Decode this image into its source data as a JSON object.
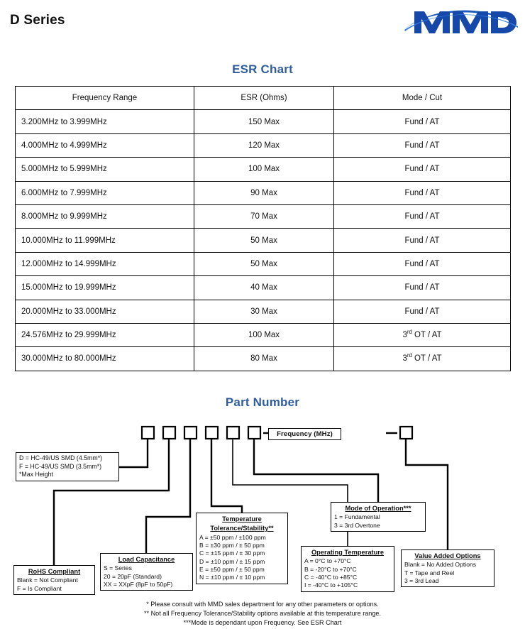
{
  "header": {
    "series_title": "D Series",
    "logo_text": "MMD",
    "logo_name": "mmd-logo",
    "logo_color": "#1d5bbf"
  },
  "theme": {
    "heading_blue": "#2f5d9e",
    "line_black": "#000000",
    "text_black": "#111111"
  },
  "esr_section": {
    "heading": "ESR Chart",
    "columns": [
      "Frequency Range",
      "ESR (Ohms)",
      "Mode / Cut"
    ],
    "rows": [
      {
        "frequency": "3.200MHz to 3.999MHz",
        "esr": "150 Max",
        "mode_prefix": "",
        "mode_sup": "",
        "mode_suffix": "Fund / AT"
      },
      {
        "frequency": "4.000MHz to 4.999MHz",
        "esr": "120 Max",
        "mode_prefix": "",
        "mode_sup": "",
        "mode_suffix": "Fund / AT"
      },
      {
        "frequency": "5.000MHz to 5.999MHz",
        "esr": "100 Max",
        "mode_prefix": "",
        "mode_sup": "",
        "mode_suffix": "Fund / AT"
      },
      {
        "frequency": "6.000MHz to 7.999MHz",
        "esr": "90 Max",
        "mode_prefix": "",
        "mode_sup": "",
        "mode_suffix": "Fund / AT"
      },
      {
        "frequency": "8.000MHz to 9.999MHz",
        "esr": "70 Max",
        "mode_prefix": "",
        "mode_sup": "",
        "mode_suffix": "Fund / AT"
      },
      {
        "frequency": "10.000MHz to 11.999MHz",
        "esr": "50 Max",
        "mode_prefix": "",
        "mode_sup": "",
        "mode_suffix": "Fund / AT"
      },
      {
        "frequency": "12.000MHz to 14.999MHz",
        "esr": "50 Max",
        "mode_prefix": "",
        "mode_sup": "",
        "mode_suffix": "Fund / AT"
      },
      {
        "frequency": "15.000MHz to 19.999MHz",
        "esr": "40 Max",
        "mode_prefix": "",
        "mode_sup": "",
        "mode_suffix": "Fund / AT"
      },
      {
        "frequency": "20.000MHz to 33.000MHz",
        "esr": "30 Max",
        "mode_prefix": "",
        "mode_sup": "",
        "mode_suffix": "Fund / AT"
      },
      {
        "frequency": "24.576MHz to 29.999MHz",
        "esr": "100 Max",
        "mode_prefix": "3",
        "mode_sup": "rd",
        "mode_suffix": " OT / AT"
      },
      {
        "frequency": "30.000MHz to 80.000MHz",
        "esr": "80 Max",
        "mode_prefix": "3",
        "mode_sup": "rd",
        "mode_suffix": " OT / AT"
      }
    ]
  },
  "part_number_section": {
    "heading": "Part Number",
    "frequency_field_label": "Frequency (MHz)",
    "separator": "—",
    "code_slot_count": 6,
    "legend_boxes": {
      "package": {
        "title": "",
        "lines": [
          "D = HC-49/US SMD (4.5mm*)",
          "F = HC-49/US SMD (3.5mm*)",
          "*Max Height"
        ]
      },
      "rohs": {
        "title": "RoHS Compliant",
        "lines": [
          "Blank = Not Compliant",
          "F = Is Compliant"
        ]
      },
      "load_capacitance": {
        "title": "Load Capacitance",
        "lines": [
          "S = Series",
          "20 =  20pF (Standard)",
          "XX = XXpF (8pF to 50pF)"
        ]
      },
      "temperature_tolerance": {
        "title_line1": "Temperature",
        "title_line2": "Tolerance/Stability**",
        "lines": [
          "A = ±50 ppm / ±100 ppm",
          "B = ±30 ppm / ±  50 ppm",
          "C = ±15 ppm / ±  30 ppm",
          "D = ±10 ppm / ±  15 ppm",
          "E = ±50 ppm / ±  50 ppm",
          "N = ±10 ppm / ±  10 ppm"
        ]
      },
      "operating_temperature": {
        "title": "Operating Temperature",
        "lines": [
          "A =   0°C to +70°C",
          "B = -20°C to +70°C",
          "C = -40°C to +85°C",
          "I  = -40°C to +105°C"
        ]
      },
      "mode_of_operation": {
        "title": "Mode of Operation***",
        "lines": [
          "1 = Fundamental",
          "3 = 3rd Overtone"
        ]
      },
      "value_added_options": {
        "title": "Value Added Options",
        "lines": [
          "Blank = No Added Options",
          "T = Tape and Reel",
          "3 = 3rd Lead"
        ]
      }
    }
  },
  "footnotes": [
    "* Please consult with MMD sales department for any other parameters or options.",
    "** Not all Frequency Tolerance/Stability options available at this temperature range.",
    "***Mode is dependant upon Frequency. See ESR Chart"
  ]
}
